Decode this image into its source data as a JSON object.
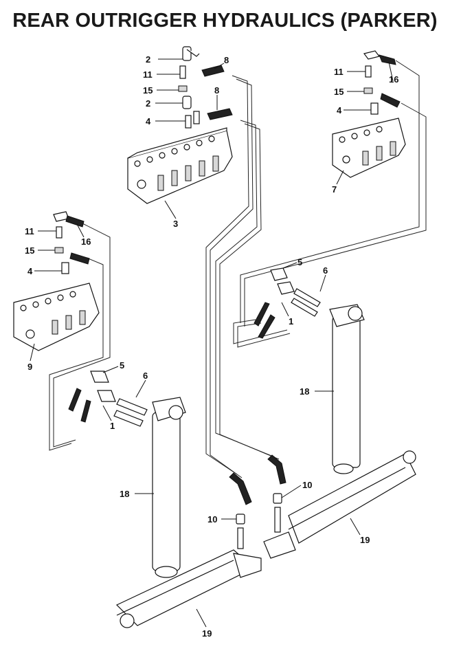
{
  "title": "REAR OUTRIGGER HYDRAULICS (PARKER)",
  "callouts": {
    "c1a": "1",
    "c1b": "1",
    "c2a": "2",
    "c2b": "2",
    "c3": "3",
    "c4a": "4",
    "c4b": "4",
    "c4c": "4",
    "c5a": "5",
    "c5b": "5",
    "c6a": "6",
    "c6b": "6",
    "c7": "7",
    "c8a": "8",
    "c8b": "8",
    "c9": "9",
    "c10a": "10",
    "c10b": "10",
    "c11a": "11",
    "c11b": "11",
    "c11c": "11",
    "c15a": "15",
    "c15b": "15",
    "c15c": "15",
    "c16a": "16",
    "c16b": "16",
    "c18a": "18",
    "c18b": "18",
    "c19a": "19",
    "c19b": "19"
  }
}
